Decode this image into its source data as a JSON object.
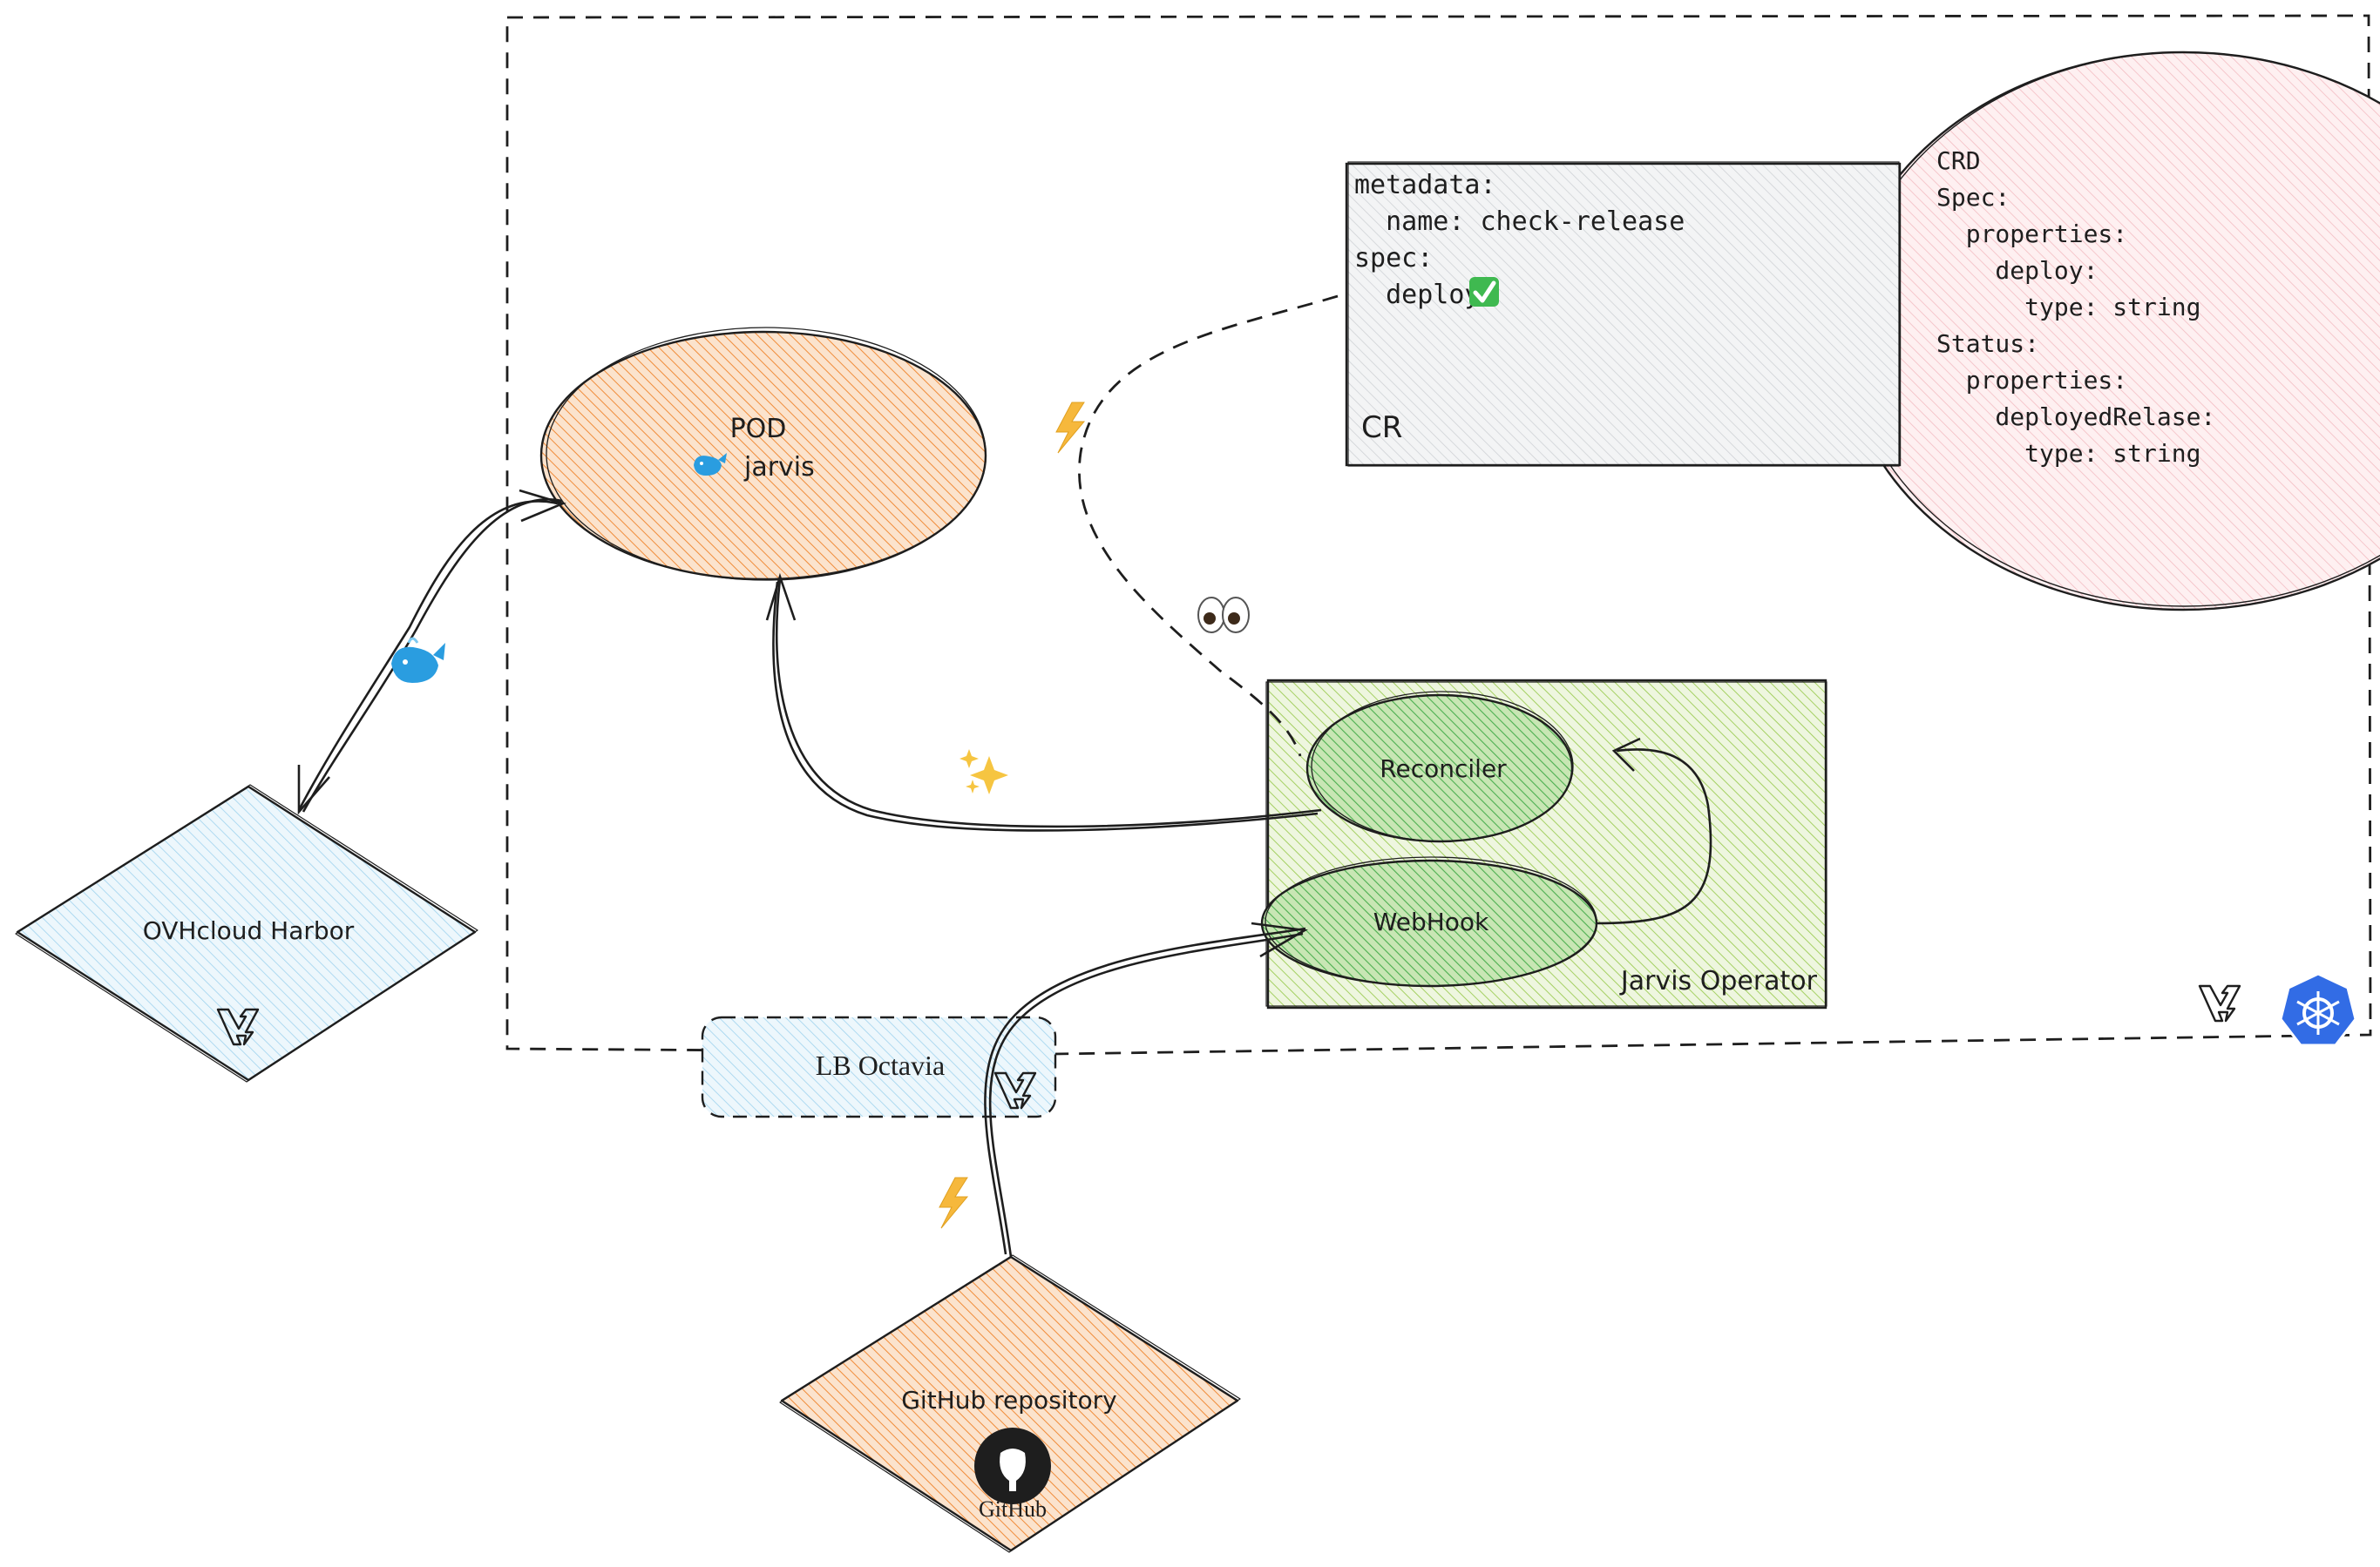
{
  "colors": {
    "orange": "#f08c3a",
    "orange_fill": "#fbe3cd",
    "green": "#5cb85c",
    "green_fill": "#c8e6b4",
    "lime": "#a4cf5b",
    "lime_fill": "#e8f3d6",
    "blue": "#74c0e6",
    "blue_fill": "#e4f3fb",
    "gray": "#c6c9cc",
    "gray_fill": "#eef0f1",
    "pink": "#f0a6ad",
    "pink_fill": "#fde8ea",
    "k8s_blue": "#326ce5"
  },
  "pod": {
    "title": "POD",
    "subtitle": "jarvis",
    "icon": "whale-emoji"
  },
  "cr": {
    "label": "CR",
    "lines": [
      "metadata:",
      "  name: check-release",
      "spec:",
      "  deploy:"
    ],
    "deploy_icon": "check-mark-emoji"
  },
  "crd": {
    "lines": [
      "CRD",
      "Spec:",
      "  properties:",
      "    deploy:",
      "      type: string",
      "Status:",
      "  properties:",
      "    deployedRelase:",
      "      type: string"
    ]
  },
  "operator": {
    "label": "Jarvis Operator",
    "reconciler": "Reconciler",
    "webhook": "WebHook"
  },
  "harbor": {
    "label": "OVHcloud Harbor",
    "icon": "ovhcloud-logo"
  },
  "lb": {
    "label": "LB Octavia",
    "icon": "ovhcloud-logo"
  },
  "github": {
    "label": "GitHub repository",
    "logo_text": "GitHub",
    "icon": "github-logo"
  },
  "cluster": {
    "icons": [
      "ovhcloud-logo",
      "kubernetes-logo"
    ]
  },
  "annotations": {
    "bolt_top": "⚡",
    "eyes": "👀",
    "sparkles": "✨",
    "whale": "🐳",
    "bolt_bottom": "⚡"
  }
}
